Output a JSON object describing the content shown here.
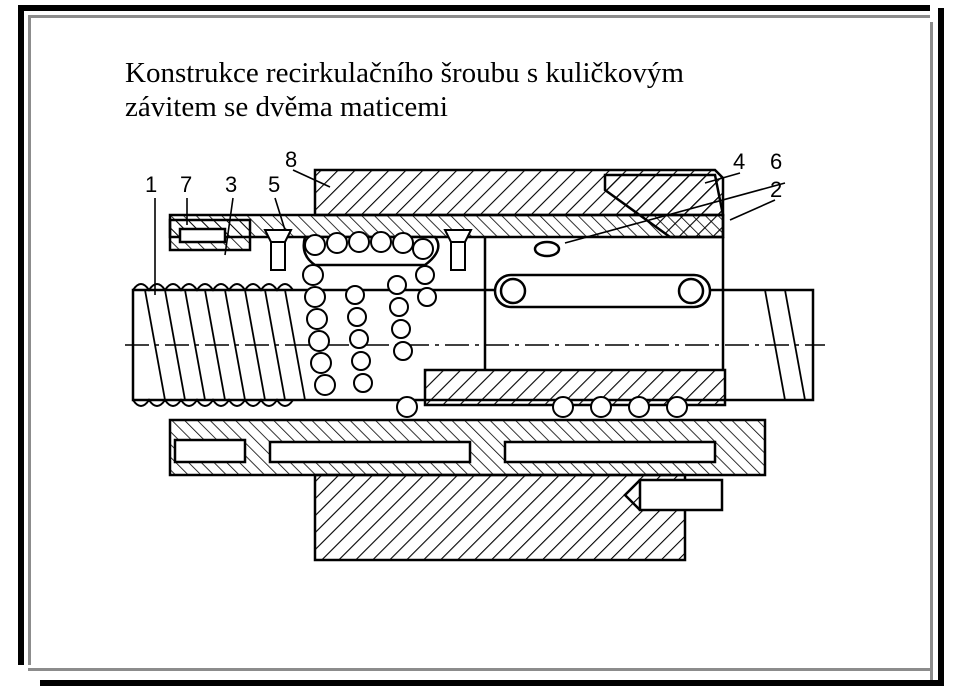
{
  "slide": {
    "title_line1": "Konstrukce recirkulačního šroubu s kuličkovým",
    "title_line2": "závitem se dvěma maticemi"
  },
  "diagram": {
    "labels": [
      "1",
      "7",
      "3",
      "5",
      "8",
      "4",
      "6",
      "2"
    ]
  }
}
